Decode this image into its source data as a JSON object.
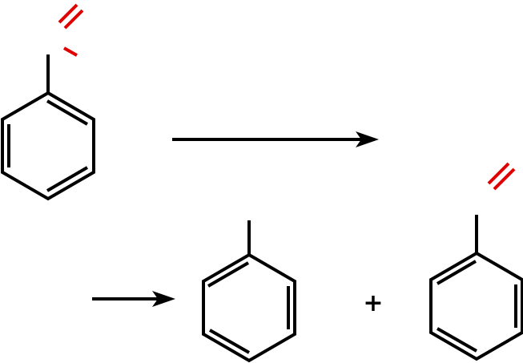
{
  "scheme": {
    "plus_sign": "+",
    "colors": {
      "bond": "#000000",
      "highlight": "#e00000",
      "background": "#ffffff"
    },
    "structures": [
      {
        "name": "reactant",
        "ring": "benzene",
        "substituent": "fragment-highlighted-red"
      },
      {
        "name": "product-1",
        "ring": "benzene",
        "substituent": "methyl"
      },
      {
        "name": "product-2",
        "ring": "benzene",
        "substituent": "fragment-highlighted-red"
      }
    ],
    "arrows": [
      {
        "name": "reaction-arrow-1",
        "direction": "right"
      },
      {
        "name": "reaction-arrow-2",
        "direction": "right"
      }
    ]
  }
}
